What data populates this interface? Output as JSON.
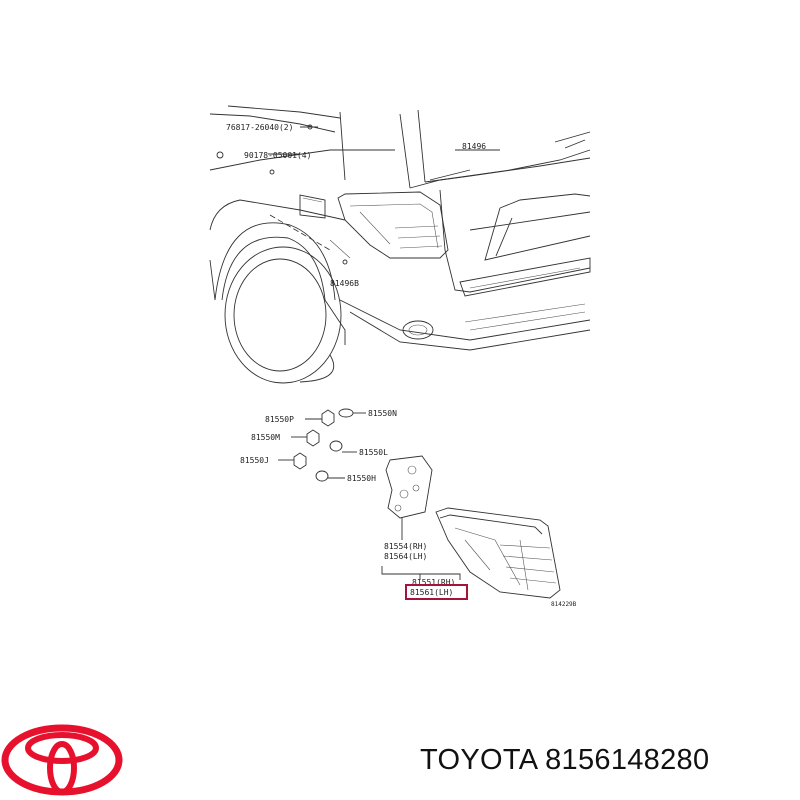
{
  "diagram": {
    "labels": {
      "p76817": "76817-26040(2)",
      "p90178": "90178-05001(4)",
      "p81496": "81496",
      "p81496b": "81496B",
      "p81550p": "81550P",
      "p81550n": "81550N",
      "p81550m": "81550M",
      "p81550l": "81550L",
      "p81550j": "81550J",
      "p81550h": "81550H",
      "p81554": "81554(RH)",
      "p81564": "81564(LH)",
      "p81551": "81551(RH)",
      "p81561": "81561(LH)",
      "code": "814229B"
    },
    "highlight_color": "#a8123a"
  },
  "footer": {
    "brand_caption": "TOYOTA 8156148280",
    "logo_color": "#e8112d"
  }
}
